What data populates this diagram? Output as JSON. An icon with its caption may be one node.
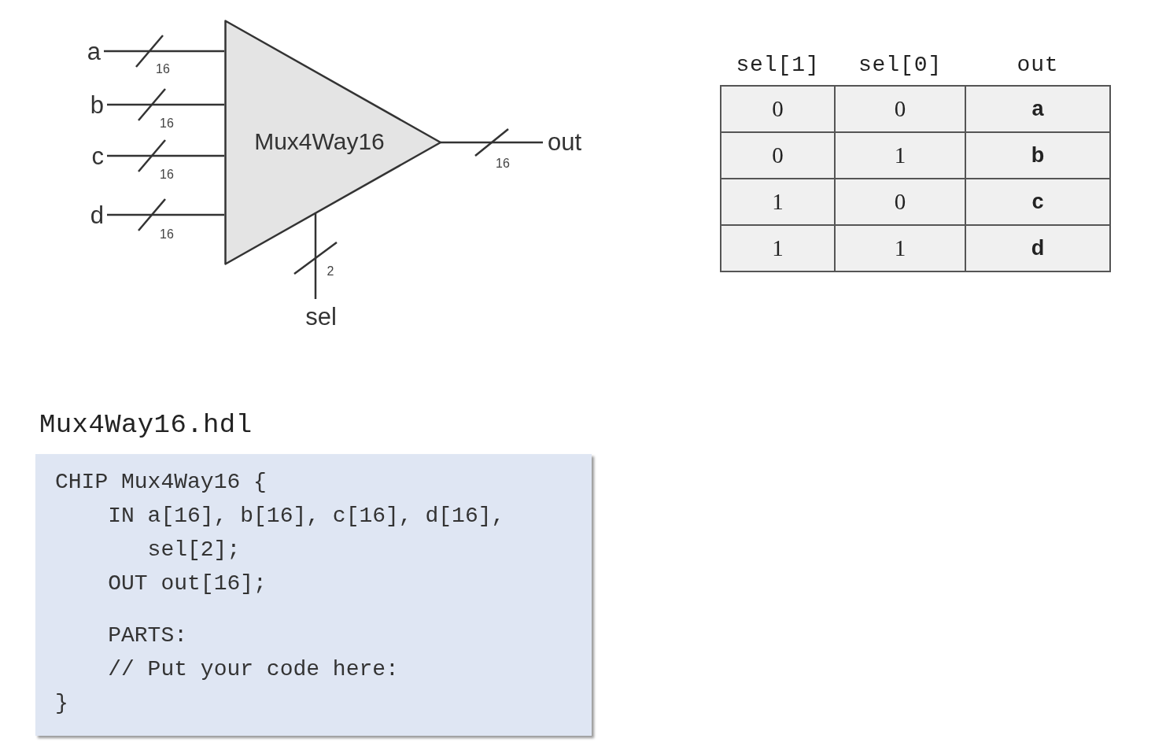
{
  "diagram": {
    "nodes": [
      {
        "text": [
          "a"
        ]
      },
      {
        "text": [
          "b"
        ]
      },
      {
        "text": [
          "c"
        ]
      },
      {
        "text": [
          "d"
        ]
      },
      {
        "text": [
          "Mux4Way16"
        ]
      },
      {
        "text": [
          "out"
        ]
      },
      {
        "text": [
          "sel"
        ]
      },
      {
        "text": [
          "Mux4Way16.hdl",
          "CHIP Mux4Way16 {",
          "IN a[16], b[16], c[16], d[16],",
          "sel[2];",
          "OUT out[16];",
          "PARTS:",
          "// Put your code here:",
          "}"
        ]
      }
    ],
    "edges": [
      {
        "from": 0,
        "to": 4,
        "arrow": "none",
        "label": "16"
      },
      {
        "from": 1,
        "to": 4,
        "arrow": "none",
        "label": "16"
      },
      {
        "from": 2,
        "to": 4,
        "arrow": "none",
        "label": "16"
      },
      {
        "from": 3,
        "to": 4,
        "arrow": "none",
        "label": "16"
      },
      {
        "from": 4,
        "to": 5,
        "arrow": "none",
        "label": "16"
      },
      {
        "from": 6,
        "to": 4,
        "arrow": "none",
        "label": "2"
      }
    ],
    "labels": [
      "sel[1]",
      "sel[0]",
      "out",
      "0",
      "0",
      "a",
      "0",
      "1",
      "b",
      "1",
      "0",
      "c",
      "1",
      "1",
      "d"
    ]
  }
}
